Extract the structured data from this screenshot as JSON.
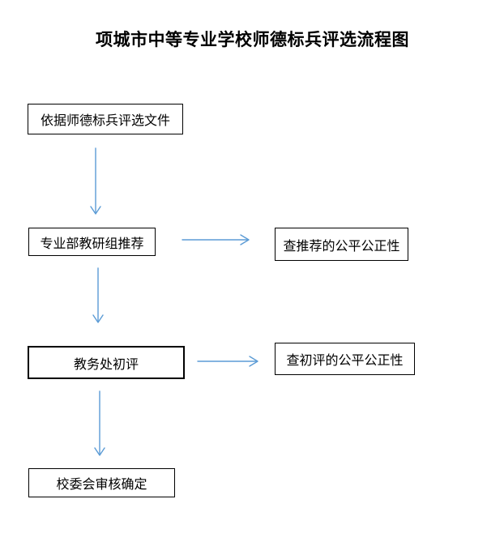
{
  "title": "项城市中等专业学校师德标兵评选流程图",
  "colors": {
    "arrow": "#5B9BD5",
    "node_border": "#000000",
    "background": "#ffffff",
    "text": "#000000"
  },
  "flowchart": {
    "nodes": [
      {
        "id": "basis",
        "label": "依据师德标兵评选文件"
      },
      {
        "id": "recommend",
        "label": "专业部教研组推荐"
      },
      {
        "id": "check-recommend",
        "label": "查推荐的公平公正性"
      },
      {
        "id": "initial-review",
        "label": "教务处初评"
      },
      {
        "id": "check-initial-review",
        "label": "查初评的公平公正性"
      },
      {
        "id": "final-approval",
        "label": "校委会审核确定"
      }
    ],
    "edges": [
      {
        "from": "basis",
        "to": "recommend",
        "direction": "down"
      },
      {
        "from": "recommend",
        "to": "check-recommend",
        "direction": "right"
      },
      {
        "from": "recommend",
        "to": "initial-review",
        "direction": "down"
      },
      {
        "from": "initial-review",
        "to": "check-initial-review",
        "direction": "right"
      },
      {
        "from": "initial-review",
        "to": "final-approval",
        "direction": "down"
      }
    ]
  }
}
